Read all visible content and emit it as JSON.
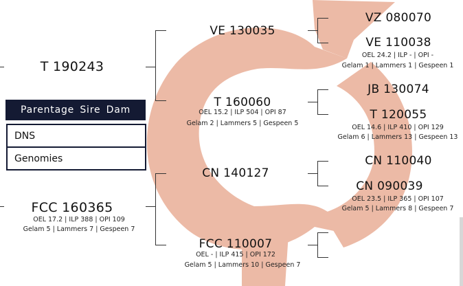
{
  "legend": {
    "header": "Parentage Sire Dam",
    "items": [
      "DNS",
      "Genomies"
    ]
  },
  "animals": {
    "sire": {
      "name": "T 190243"
    },
    "dam": {
      "name": "FCC 160365",
      "stats1": "OEL 17.2 | ILP 388 | OPI 109",
      "stats2": "Gelam 5 | Lammers 7 | Gespeen 7"
    },
    "ss": {
      "name": "VE 130035"
    },
    "sd": {
      "name": "T 160060",
      "stats1": "OEL 15.2 | ILP 504 | OPI 87",
      "stats2": "Gelam 2 | Lammers 5 | Gespeen 5"
    },
    "ds": {
      "name": "CN 140127"
    },
    "dd": {
      "name": "FCC 110007",
      "stats1": "OEL - | ILP 415 | OPI 172",
      "stats2": "Gelam 5 | Lammers 10 | Gespeen 7"
    },
    "sss": {
      "name": "VZ 080070"
    },
    "ssd": {
      "name": "VE 110038",
      "stats1": "OEL 24.2 | ILP - | OPI -",
      "stats2": "Gelam 1 | Lammers 1 | Gespeen 1"
    },
    "sds": {
      "name": "JB 130074"
    },
    "sdd": {
      "name": "T 120055",
      "stats1": "OEL 14.6 | ILP 410 | OPI 129",
      "stats2": "Gelam 6 | Lammers 13 | Gespeen 13"
    },
    "dss": {
      "name": "CN 110040"
    },
    "dsd": {
      "name": "CN 090039",
      "stats1": "OEL 23.5 | ILP 365 | OPI 107",
      "stats2": "Gelam 5 | Lammers 8 | Gespeen 7"
    }
  },
  "colors": {
    "symbol": "#ecbaa6",
    "legend_bg": "#141a33",
    "line": "#333333"
  }
}
